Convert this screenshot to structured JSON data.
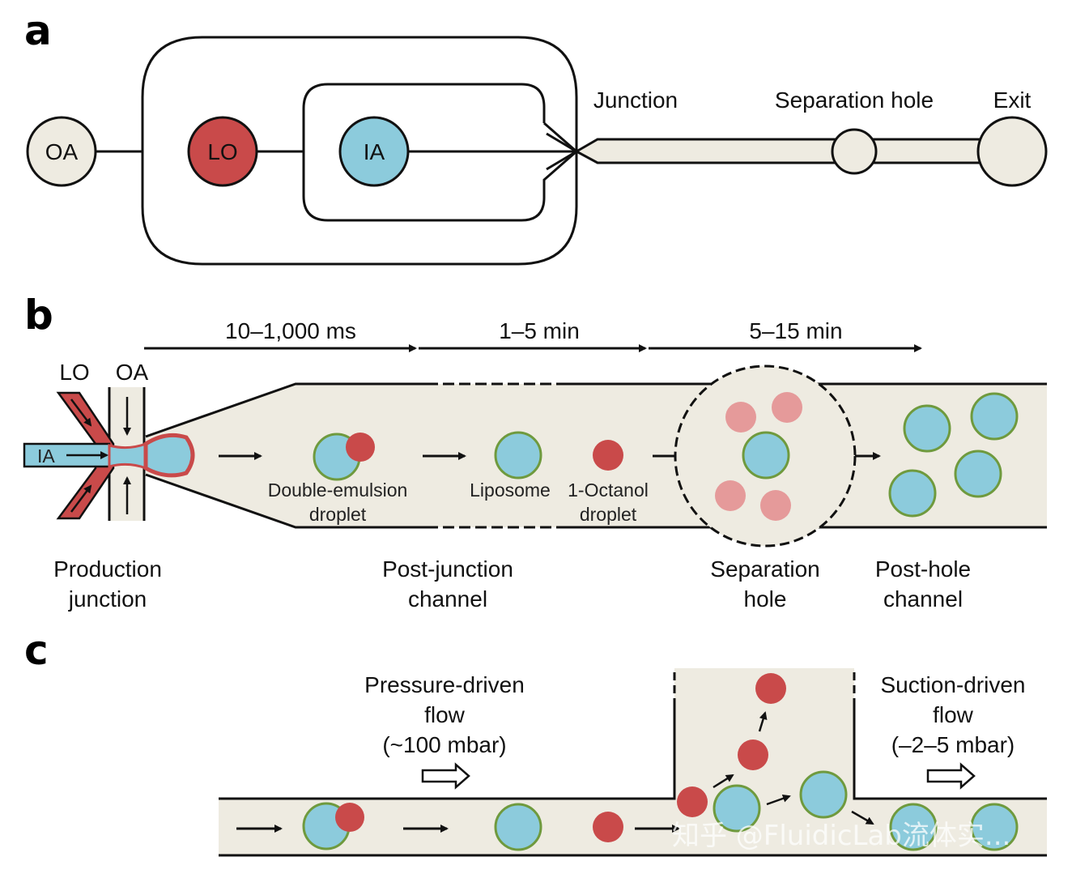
{
  "colors": {
    "channel_fill": "#eeebe1",
    "red": "#c94a4a",
    "light_red": "#e59a9a",
    "blue": "#8ccbdc",
    "ring": "#6f9a3e",
    "black": "#111111"
  },
  "panel_a": {
    "letter": "a",
    "nodes": {
      "oa": "OA",
      "lo": "LO",
      "ia": "IA"
    },
    "labels": {
      "junction": "Junction",
      "separation_hole": "Separation hole",
      "exit": "Exit"
    }
  },
  "panel_b": {
    "letter": "b",
    "timeline": [
      "10–1,000 ms",
      "1–5 min",
      "5–15 min"
    ],
    "inlets": {
      "lo": "LO",
      "oa": "OA",
      "ia": "IA"
    },
    "droplets": {
      "double_emulsion": [
        "Double-emulsion",
        "droplet"
      ],
      "liposome": "Liposome",
      "octanol": [
        "1-Octanol",
        "droplet"
      ]
    },
    "regions": {
      "production": [
        "Production",
        "junction"
      ],
      "post_junction": [
        "Post-junction",
        "channel"
      ],
      "separation": [
        "Separation",
        "hole"
      ],
      "post_hole": [
        "Post-hole",
        "channel"
      ]
    }
  },
  "panel_c": {
    "letter": "c",
    "pressure": [
      "Pressure-driven",
      "flow",
      "(~100 mbar)"
    ],
    "suction": [
      "Suction-driven",
      "flow",
      "(–2–5 mbar)"
    ]
  },
  "watermark": "知乎 @FluidicLab流体实..."
}
